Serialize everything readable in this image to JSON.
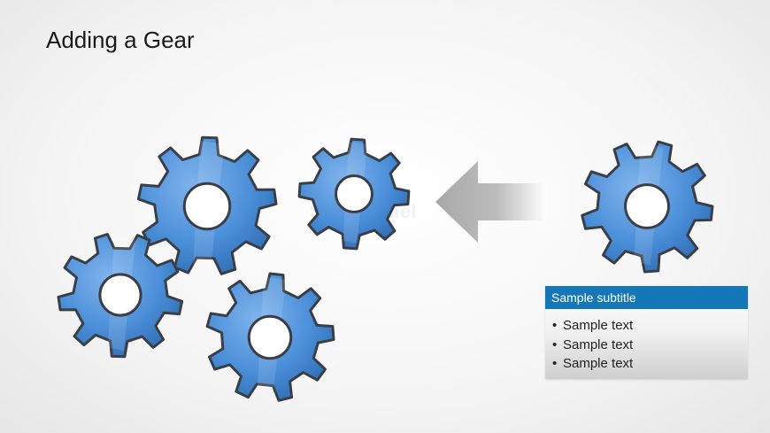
{
  "slide": {
    "title": "Adding a Gear",
    "watermark": "SlideModel"
  },
  "gears": [
    {
      "id": "gear-large"
    },
    {
      "id": "gear-small-top"
    },
    {
      "id": "gear-left"
    },
    {
      "id": "gear-bottom"
    },
    {
      "id": "gear-added"
    }
  ],
  "textbox": {
    "subtitle": "Sample subtitle",
    "bullets": [
      "Sample text",
      "Sample text",
      "Sample text"
    ],
    "header_color": "#1677b8"
  },
  "colors": {
    "gear_fill": "#4b8fd9",
    "gear_outline": "#3a3f47",
    "arrow": "#b8b8b8"
  },
  "icons": {
    "gear": "gear-icon",
    "arrow": "arrow-left-icon"
  }
}
